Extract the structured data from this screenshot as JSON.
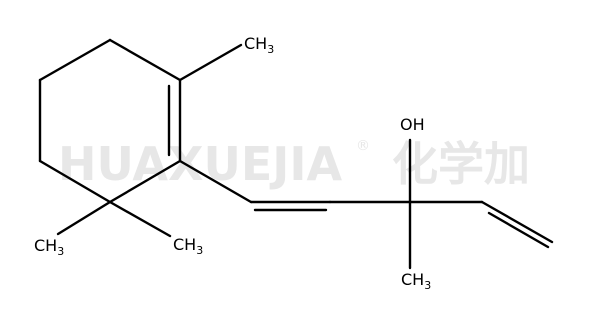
{
  "watermark": {
    "brand": "HUAXUEJIA",
    "registered": "®",
    "chinese": "化学加"
  },
  "labels": {
    "ch3_top": {
      "main": "CH",
      "sub": "3"
    },
    "ch3_left": {
      "main": "CH",
      "sub": "3"
    },
    "ch3_right": {
      "main": "CH",
      "sub": "3"
    },
    "ch3_bottom": {
      "main": "CH",
      "sub": "3"
    },
    "hydroxyl": "OH"
  }
}
